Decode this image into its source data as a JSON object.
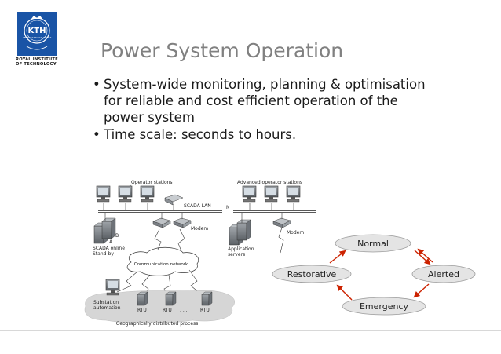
{
  "logo": {
    "emblem_text": "KTH",
    "emblem_subtext": "VETENSKAP OCH KONST",
    "institute_line1": "ROYAL INSTITUTE",
    "institute_line2": "OF TECHNOLOGY",
    "color": "#1954a6"
  },
  "slide": {
    "title": "Power System Operation",
    "bullets": [
      "System-wide monitoring, planning & optimisation for reliable and cost efficient operation of the power system",
      "Time scale: seconds to hours."
    ],
    "bullet_glyph": "•"
  },
  "scada_diagram": {
    "left": {
      "operator_stations": "Operator stations",
      "scada_lan": "SCADA LAN",
      "modem": "Modem",
      "b": "B",
      "a": "A",
      "standby_line1": "SCADA online",
      "standby_line2": "Stand-by",
      "comm_network": "Communication network",
      "substation_line1": "Substation",
      "substation_line2": "automation",
      "rtu_1": "RTU",
      "rtu_2": "RTU",
      "ellipsis": ". . .",
      "rtu_3": "RTU",
      "caption": "Geographically distributed process"
    },
    "right": {
      "advanced_stations": "Advanced operator stations",
      "n": "N",
      "modem": "Modem",
      "app_line1": "Application",
      "app_line2": "servers"
    }
  },
  "state_diagram": {
    "states": {
      "normal": "Normal",
      "alerted": "Alerted",
      "emergency": "Emergency",
      "restorative": "Restorative"
    },
    "arrow_color": "#cc2200",
    "node_fill": "#e4e4e4"
  }
}
